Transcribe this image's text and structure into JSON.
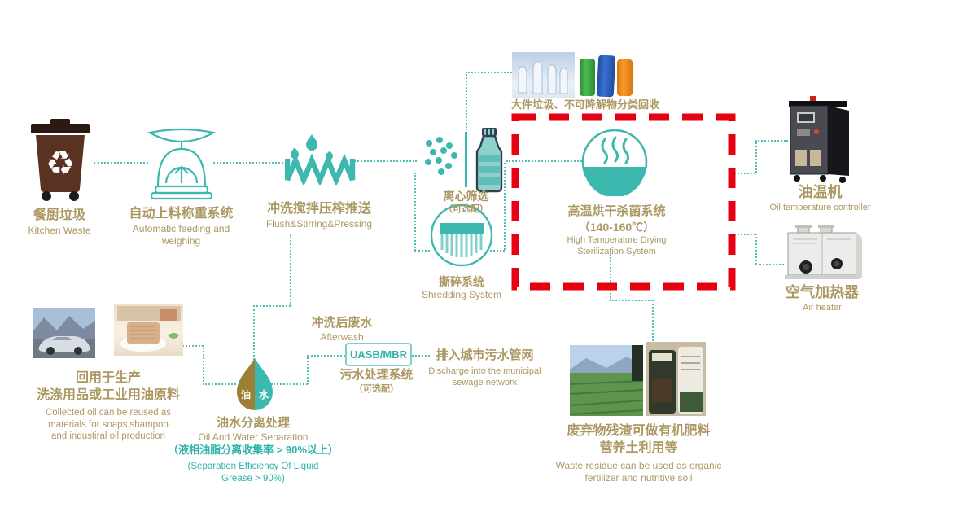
{
  "title": "Kitchen waste treatment process diagram",
  "colors": {
    "teal": "#3CB8AF",
    "gold": "#AC9862",
    "red": "#E60012",
    "brown": "#5A3222"
  },
  "nodes": {
    "kitchen_waste": {
      "zh": "餐厨垃圾",
      "en": "Kitchen Waste"
    },
    "auto_feeding": {
      "zh": "自动上料称重系统",
      "en": "Automatic feeding and weighing"
    },
    "flush": {
      "zh": "冲洗搅拌压榨推送",
      "en": "Flush&Stirring&Pressing"
    },
    "centrifugal": {
      "zh": "离心筛选",
      "note": "（可选配）"
    },
    "shredding": {
      "zh": "撕碎系统",
      "en": "Shredding System"
    },
    "bulky_waste": {
      "zh": "大件垃圾、不可降解物分类回收"
    },
    "drying": {
      "zh": "高温烘干杀菌系统",
      "temp": "（140-160℃）",
      "en1": "High Temperature Drying",
      "en2": "Sterilization System"
    },
    "oil_temp_machine": {
      "zh": "油温机",
      "en": "Oil temperature controller"
    },
    "air_heater": {
      "zh": "空气加热器",
      "en": "Air heater"
    },
    "afterwash": {
      "zh": "冲洗后废水",
      "en": "Afterwash"
    },
    "sewage_system": {
      "box": "UASB/MBR",
      "zh": "污水处理系统",
      "note": "（可选配）"
    },
    "discharge": {
      "zh": "排入城市污水管网",
      "en1": "Discharge into the municipal",
      "en2": "sewage network"
    },
    "oil_water": {
      "zh": "油水分离处理",
      "en": "Oil And Water Separation",
      "note_zh": "（液相油脂分离收集率 > 90%以上）",
      "note_en1": "(Separation Efficiency Of Liquid",
      "note_en2": "Grease > 90%)",
      "drop_oil": "油",
      "drop_water": "水"
    },
    "reuse": {
      "zh1": "回用于生产",
      "zh2": "洗涤用品或工业用油原料",
      "en1": "Collected oil can be reused as",
      "en2": "materials for soaps,shampoo",
      "en3": "and industiral oil production"
    },
    "residue": {
      "zh1": "废弃物残渣可做有机肥料",
      "zh2": "营养土利用等",
      "en1": "Waste residue can be used as organic",
      "en2": "fertilizer and nutritive soil"
    }
  }
}
